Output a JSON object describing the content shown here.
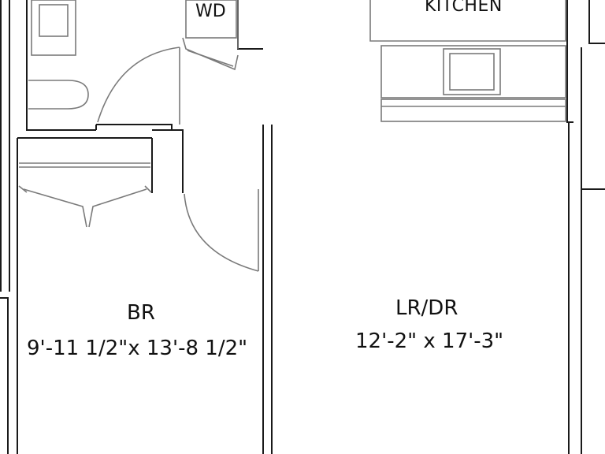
{
  "rooms": {
    "wd": {
      "label": "WD"
    },
    "kitchen": {
      "label": "KITCHEN"
    },
    "bedroom": {
      "label": "BR",
      "dimensions": "9'-11 1/2\"x 13'-8 1/2\""
    },
    "living_dining": {
      "label": "LR/DR",
      "dimensions": "12'-2\" x 17'-3\""
    }
  },
  "colors": {
    "wall": "#1a1a1a",
    "fixture": "#7a7a7a",
    "background": "#ffffff"
  }
}
